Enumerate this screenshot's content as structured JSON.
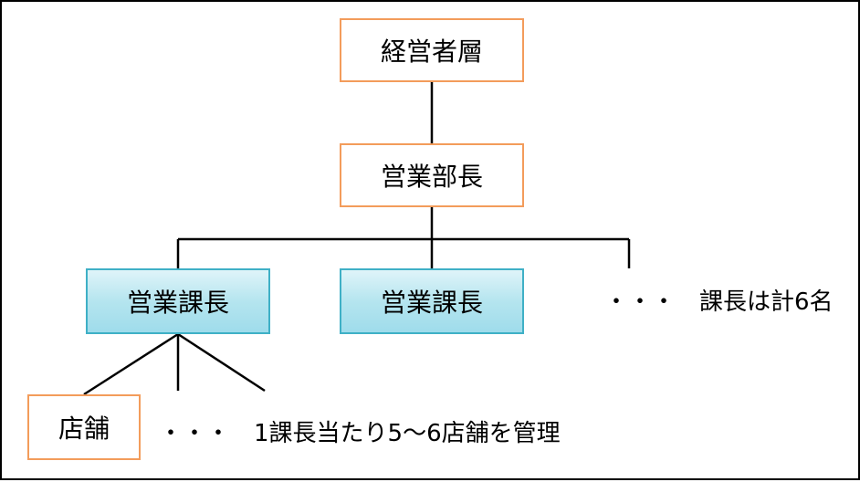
{
  "nodes": {
    "executive": "経営者層",
    "sales_director": "営業部長",
    "sales_manager_1": "営業課長",
    "sales_manager_2": "営業課長",
    "store": "店舗"
  },
  "notes": {
    "managers_total": "・・・　課長は計6名",
    "stores_per_manager": "・・・　1課長当たり5～6店舗を管理"
  },
  "colors": {
    "orange_border": "#f39c5b",
    "blue_border": "#3fb0c6",
    "blue_fill": "#b5e5ef",
    "line": "#000000"
  }
}
